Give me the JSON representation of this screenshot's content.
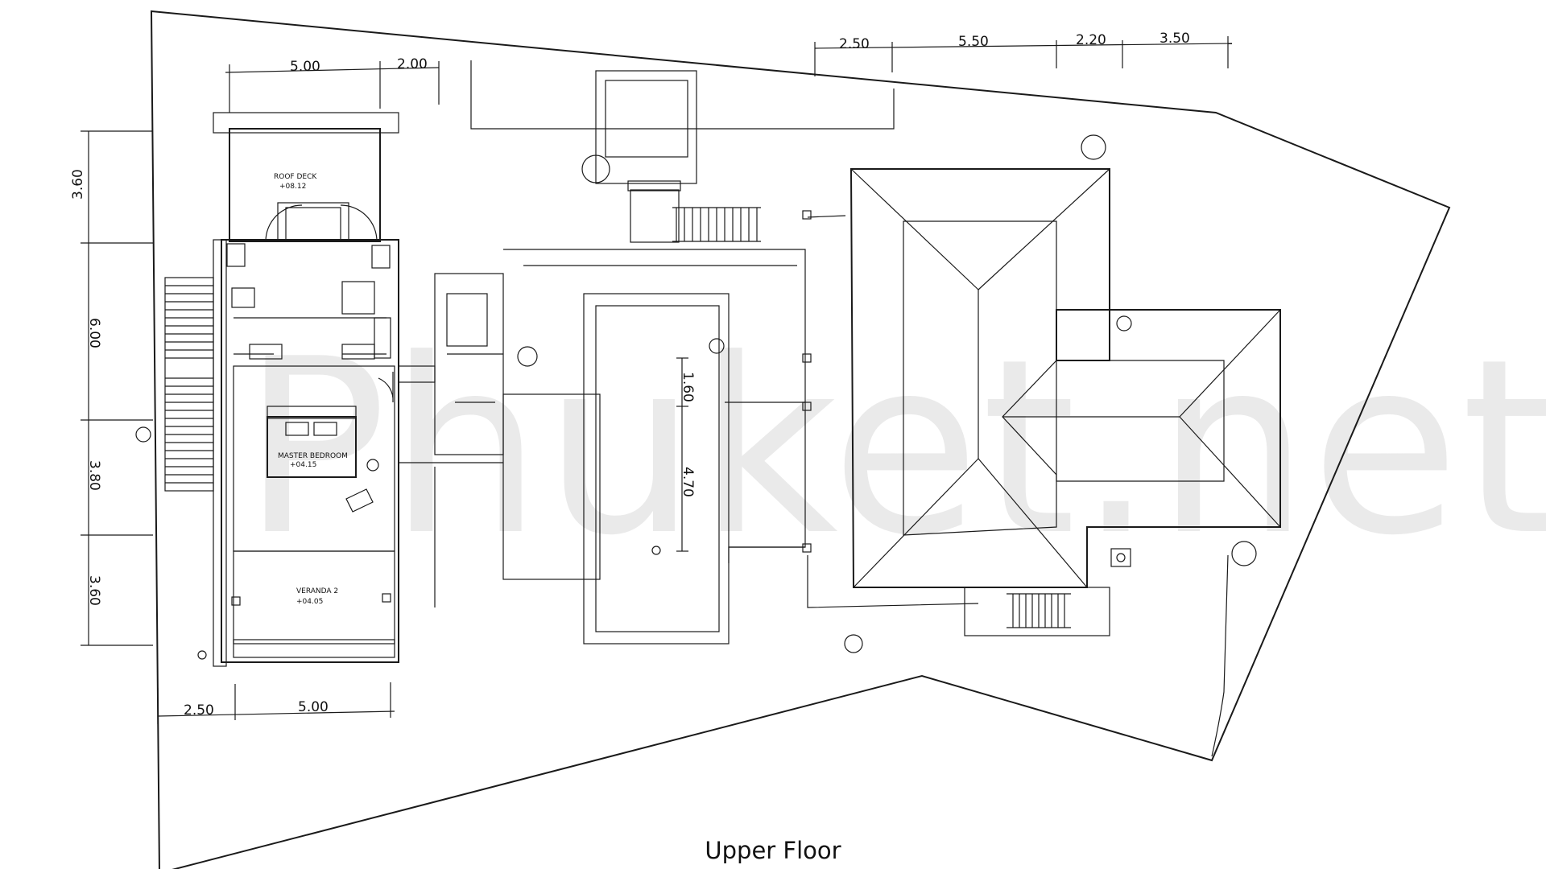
{
  "caption": "Upper Floor",
  "watermark": "Phuket.net",
  "dimensions": {
    "top_left": [
      "5.00",
      "2.00"
    ],
    "top_right": [
      "2.50",
      "5.50",
      "2.20",
      "3.50"
    ],
    "left_side": [
      "3.60",
      "6.00",
      "3.80",
      "3.60"
    ],
    "bottom_left": [
      "2.50",
      "5.00"
    ],
    "pool": [
      "1.60",
      "4.70"
    ]
  },
  "rooms": {
    "roof_deck": "ROOF DECK",
    "roof_deck_level": "+08.12",
    "master_bedroom": "MASTER BEDROOM",
    "master_bedroom_level": "+04.15",
    "veranda": "VERANDA 2",
    "veranda_level": "+04.05"
  },
  "colors": {
    "line": "#1a1a1a",
    "watermark": "#d9d9d9",
    "background": "#ffffff"
  }
}
